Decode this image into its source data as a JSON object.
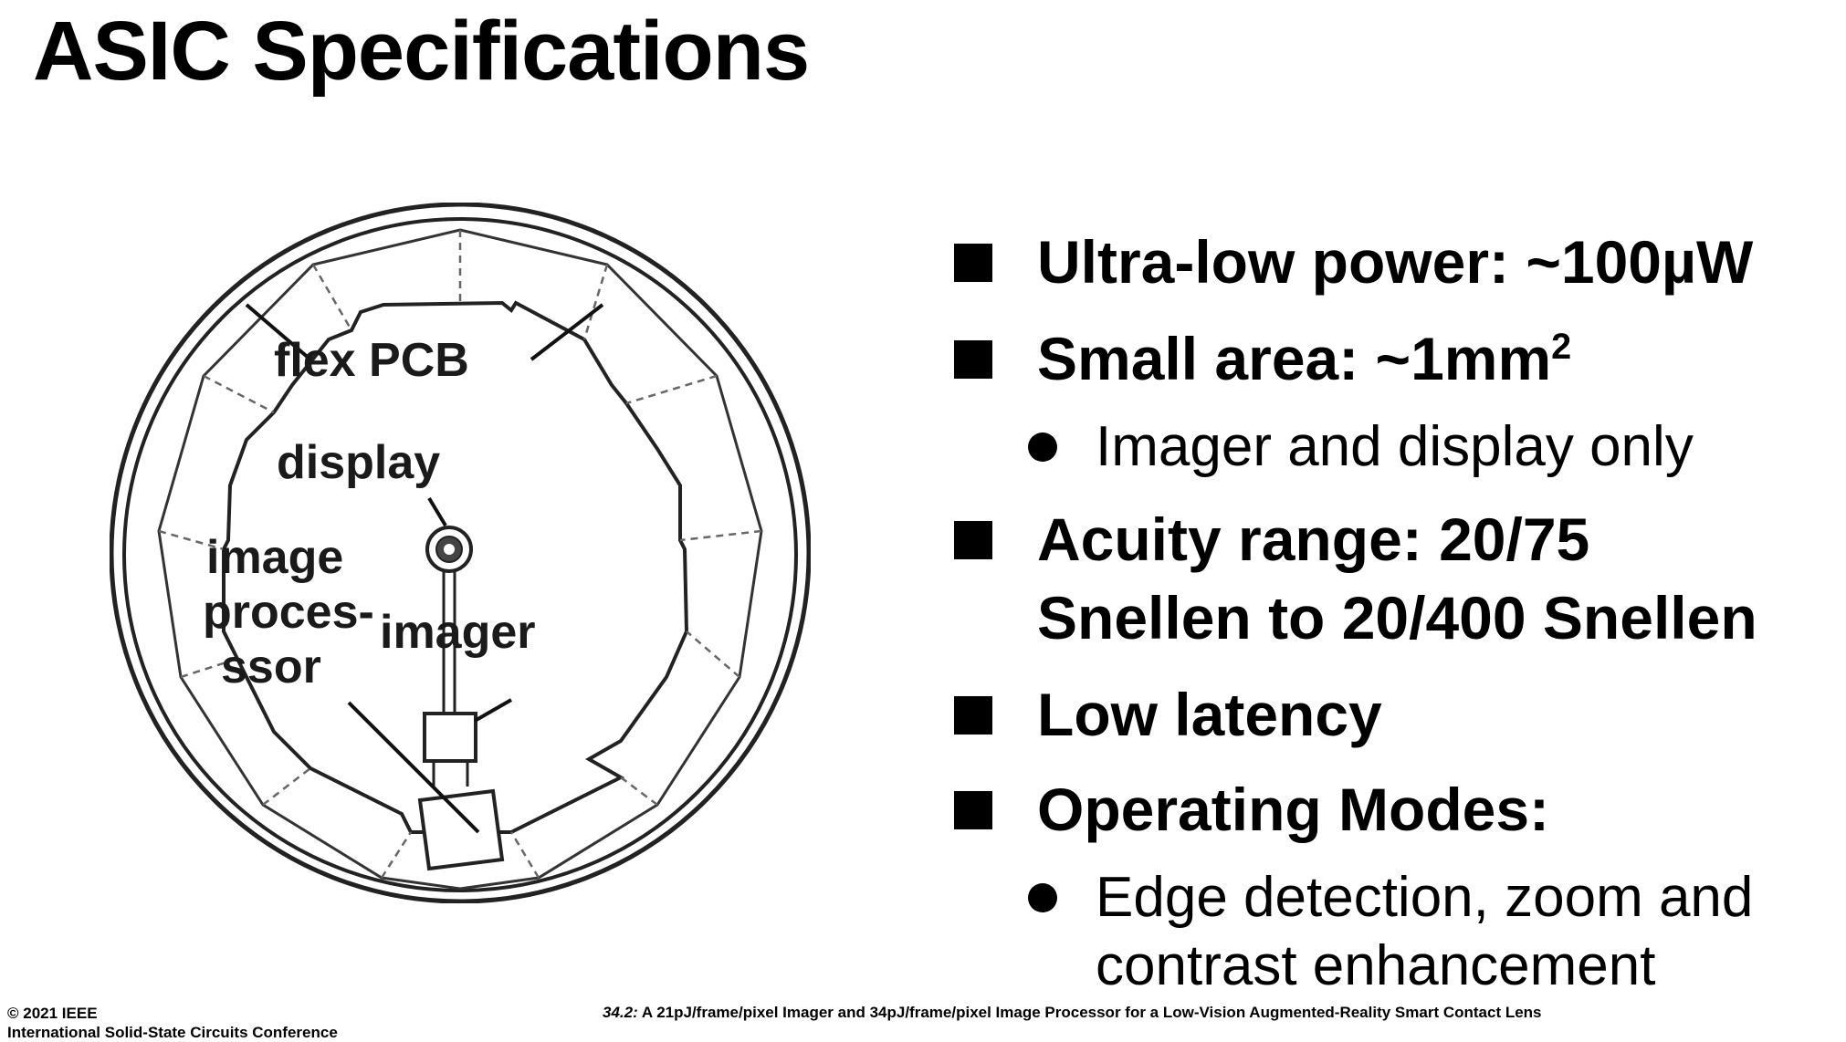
{
  "slide": {
    "title": "ASIC Specifications"
  },
  "figure": {
    "labels": {
      "flex_pcb": "flex PCB",
      "display": "display",
      "image_processor_line1": "image",
      "image_processor_line2": "proces-",
      "image_processor_line3": "ssor",
      "imager": "imager"
    }
  },
  "bullets": {
    "power": "Ultra-low power: ~100µW",
    "area": "Small area: ~1mm",
    "area_sup": "2",
    "area_note": "Imager and display only",
    "acuity_line1": "Acuity range: 20/75",
    "acuity_line2": "Snellen to 20/400 Snellen",
    "latency": "Low latency",
    "modes": "Operating Modes:",
    "modes_note_line1": "Edge detection, zoom and",
    "modes_note_line2": "contrast enhancement"
  },
  "footer": {
    "copyright": "© 2021 IEEE",
    "conference": "International Solid-State Circuits Conference",
    "paper_number": "34.2:",
    "paper_title": "A 21pJ/frame/pixel Imager and 34pJ/frame/pixel Image Processor for a Low-Vision Augmented-Reality Smart Contact Lens"
  }
}
